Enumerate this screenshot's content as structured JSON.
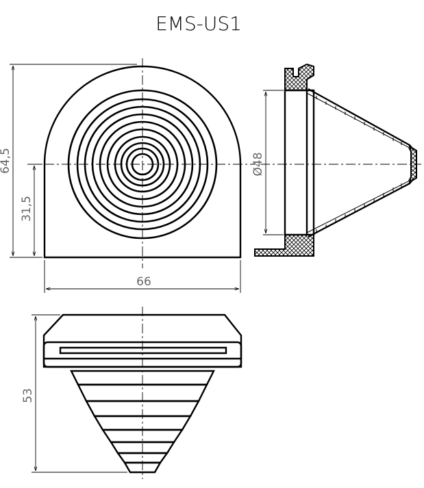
{
  "drawing": {
    "title": "EMS-US1",
    "dimensions": {
      "overall_height": "64,5",
      "center_height": "31,5",
      "width": "66",
      "diameter": "Ø48",
      "depth": "53"
    }
  }
}
